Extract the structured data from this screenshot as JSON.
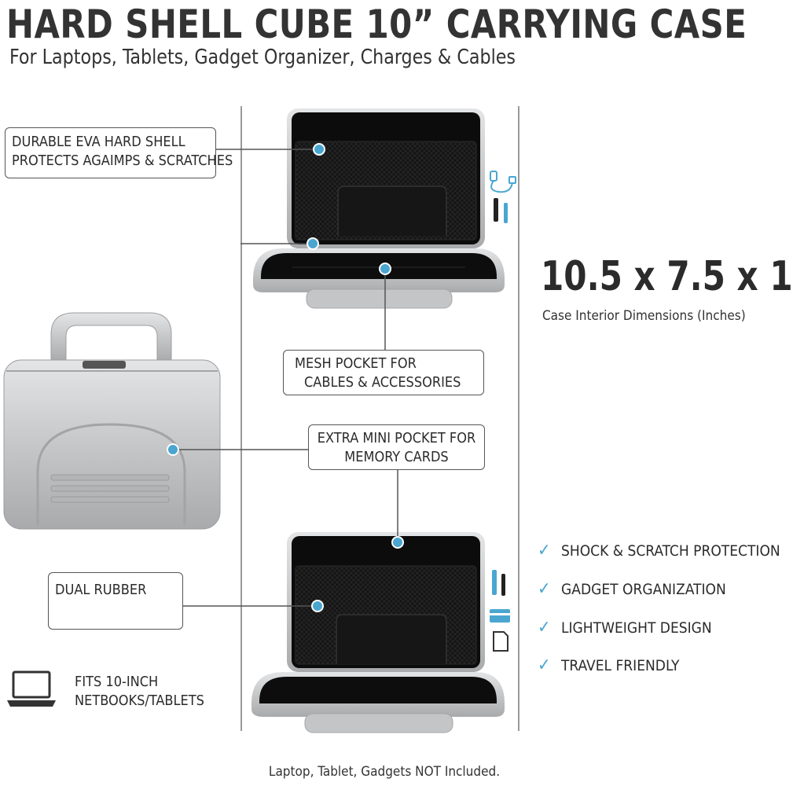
{
  "header": {
    "title": "HARD SHELL CUBE 10” CARRYING CASE",
    "subtitle": "For Laptops, Tablets, Gadget Organizer, Charges & Cables"
  },
  "callouts": {
    "shell_line1": "DURABLE EVA HARD SHELL",
    "shell_line2": "PROTECTS AGAIMPS & SCRATCHES",
    "mesh_line1": "MESH POCKET FOR",
    "mesh_line2": "CABLES & ACCESSORIES",
    "mini_line1": "EXTRA MINI POCKET FOR",
    "mini_line2": "MEMORY CARDS",
    "rubber": "DUAL RUBBER"
  },
  "dimensions": {
    "value": "10.5 x 7.5 x 1",
    "caption": "Case Interior Dimensions (Inches)"
  },
  "features": [
    "SHOCK & SCRATCH PROTECTION",
    "GADGET ORGANIZATION",
    "LIGHTWEIGHT DESIGN",
    "TRAVEL FRIENDLY"
  ],
  "fits": {
    "line1": "FITS 10-INCH",
    "line2": "NETBOOKS/TABLETS"
  },
  "footnote": "Laptop, Tablet, Gadgets NOT Included.",
  "colors": {
    "accent": "#4aa6d0",
    "case_silver": "#c9cacc",
    "interior": "#0e0e0e"
  },
  "icons": [
    "check-icon",
    "laptop-icon",
    "cable-icon",
    "pen-icon",
    "card-icon",
    "sd-card-icon"
  ]
}
